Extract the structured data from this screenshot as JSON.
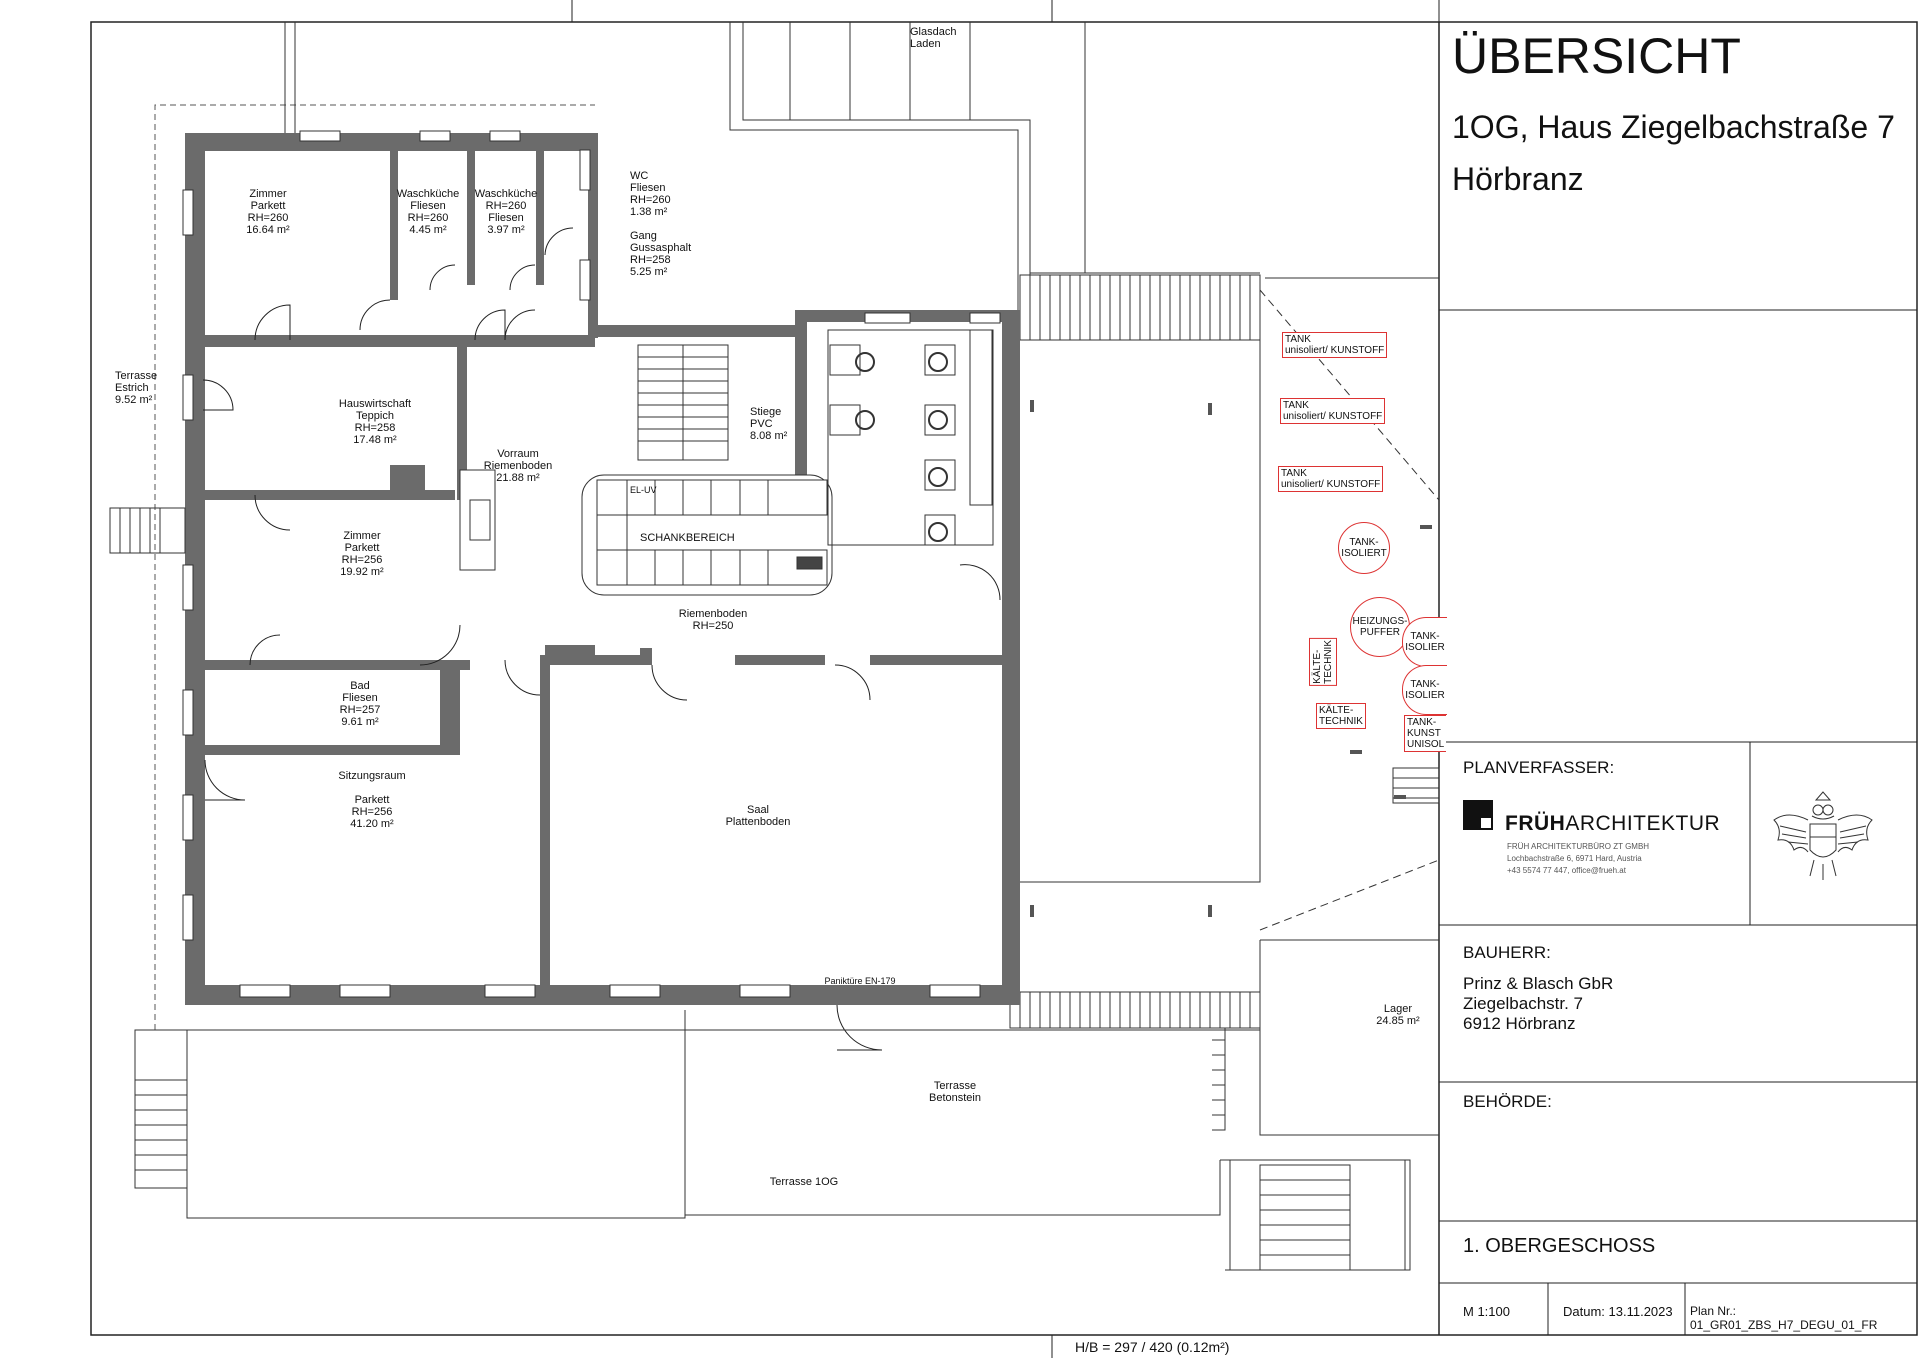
{
  "rooms": [
    {
      "id": "zimmer-1",
      "text": "Zimmer\nParkett\nRH=260\n16.64 m²"
    },
    {
      "id": "waschkueche-1",
      "text": "Waschküche\nFliesen\nRH=260\n4.45 m²"
    },
    {
      "id": "waschkueche-2",
      "text": "Waschküche\nRH=260\nFliesen\n3.97 m²"
    },
    {
      "id": "wc",
      "text": "WC\nFliesen\nRH=260\n1.38 m²"
    },
    {
      "id": "gang",
      "text": "Gang\nGussasphalt\nRH=258\n5.25 m²"
    },
    {
      "id": "glasdach",
      "text": "Glasdach\nLaden"
    },
    {
      "id": "terrasse-estrich",
      "text": "Terrasse\nEstrich\n9.52 m²"
    },
    {
      "id": "hauswirtschaft",
      "text": "Hauswirtschaft\nTeppich\nRH=258\n17.48 m²"
    },
    {
      "id": "vorraum",
      "text": "Vorraum\nRiemenboden\n21.88 m²"
    },
    {
      "id": "stiege",
      "text": "Stiege\nPVC\n8.08 m²"
    },
    {
      "id": "zimmer-2",
      "text": "Zimmer\nParkett\nRH=256\n19.92 m²"
    },
    {
      "id": "el-uv",
      "text": "EL-UV"
    },
    {
      "id": "schankbereich",
      "text": "SCHANKBEREICH"
    },
    {
      "id": "riemenboden",
      "text": "Riemenboden\nRH=250"
    },
    {
      "id": "bad",
      "text": "Bad\nFliesen\nRH=257\n9.61 m²"
    },
    {
      "id": "sitzungsraum",
      "text": "Sitzungsraum\n\nParkett\nRH=256\n41.20 m²"
    },
    {
      "id": "saal",
      "text": "Saal\nPlattenboden"
    },
    {
      "id": "paniktuer",
      "text": "Paniktüre EN-179"
    },
    {
      "id": "lager",
      "text": "Lager\n24.85 m²"
    },
    {
      "id": "terrasse-beton",
      "text": "Terrasse\nBetonstein"
    },
    {
      "id": "terrasse-1og",
      "text": "Terrasse 1OG"
    }
  ],
  "tanks": [
    {
      "text": "TANK\nunisoliert/ KUNSTOFF"
    },
    {
      "text": "TANK\nunisoliert/ KUNSTOFF"
    },
    {
      "text": "TANK\nunisoliert/ KUNSTOFF"
    }
  ],
  "circles": [
    {
      "text": "TANK-\nISOLIERT"
    },
    {
      "text": "HEIZUNGS-\nPUFFER"
    },
    {
      "text": "TANK-\nISOLIER"
    },
    {
      "text": "TANK-\nISOLIER"
    }
  ],
  "small_tags": [
    {
      "text": "KÄLTE-\nTECHNIK"
    },
    {
      "text": "KÄLTE-\nTECHNIK"
    },
    {
      "text": "TANK-\nKUNST\nUNISOL"
    }
  ],
  "title_block": {
    "title": "ÜBERSICHT",
    "subtitle_line1": "1OG, Haus Ziegelbachstraße 7",
    "subtitle_line2": "Hörbranz",
    "planverfasser_label": "PLANVERFASSER:",
    "logo_name_bold": "FRÜH",
    "logo_name_rest": "ARCHITEKTUR",
    "logo_line1": "FRÜH ARCHITEKTURBÜRO ZT GMBH",
    "logo_line2": "Lochbachstraße 6, 6971 Hard, Austria",
    "logo_line3": "+43 5574 77 447, office@frueh.at",
    "bauherr_label": "BAUHERR:",
    "bauherr_text": "Prinz & Blasch GbR\nZiegelbachstr. 7\n6912 Hörbranz",
    "behoerde_label": "BEHÖRDE:",
    "geschoss": "1. OBERGESCHOSS",
    "massstab": "M 1:100",
    "datum": "Datum:  13.11.2023",
    "plan_nr": "Plan Nr.: 01_GR01_ZBS_H7_DEGU_01_FR"
  },
  "footer": "H/B = 297 / 420 (0.12m²)",
  "colors": {
    "wall": "#6b6b6b",
    "line": "#222222",
    "tag_border": "#dd3333"
  }
}
